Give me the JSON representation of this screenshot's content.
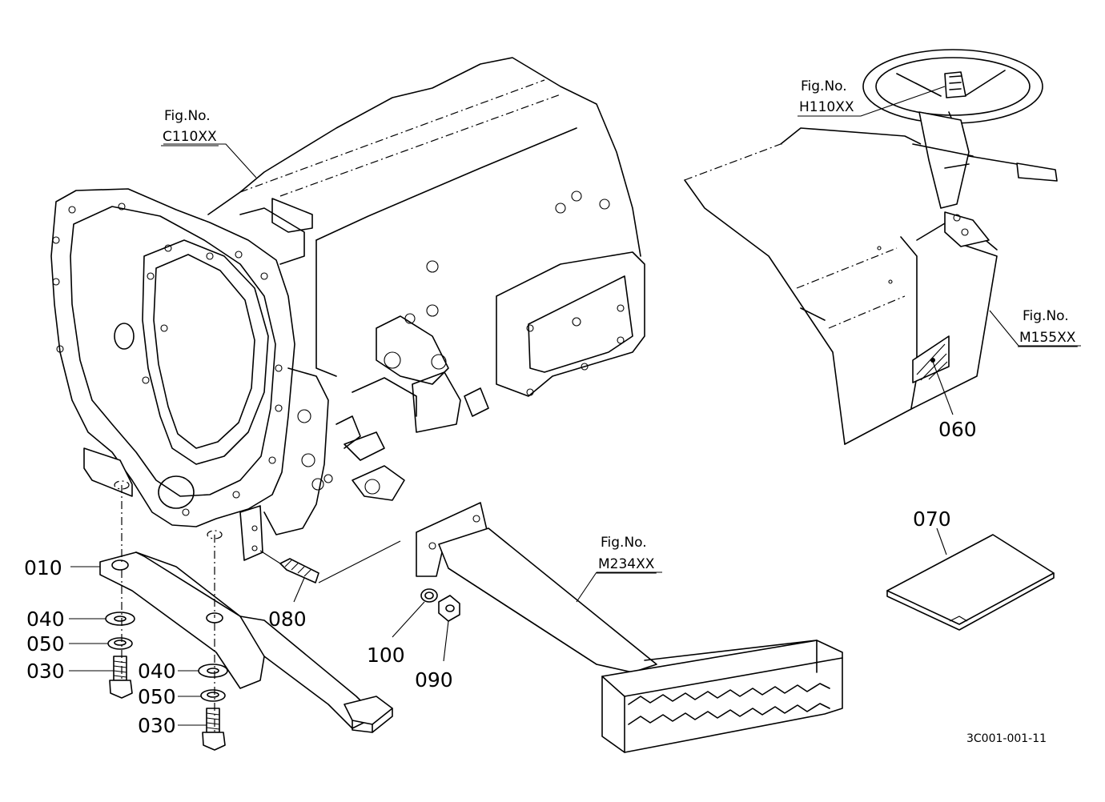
{
  "callouts": {
    "fig_c110": {
      "prefix": "Fig.No.",
      "code": "C110XX"
    },
    "fig_h110": {
      "prefix": "Fig.No.",
      "code": "H110XX"
    },
    "fig_m155": {
      "prefix": "Fig.No.",
      "code": "M155XX"
    },
    "fig_m234": {
      "prefix": "Fig.No.",
      "code": "M234XX"
    }
  },
  "parts": {
    "p010": "010",
    "p040a": "040",
    "p050a": "050",
    "p030a": "030",
    "p040b": "040",
    "p050b": "050",
    "p030b": "030",
    "p080": "080",
    "p100": "100",
    "p090": "090",
    "p060": "060",
    "p070": "070"
  },
  "drawing_code": "3C001-001-11"
}
